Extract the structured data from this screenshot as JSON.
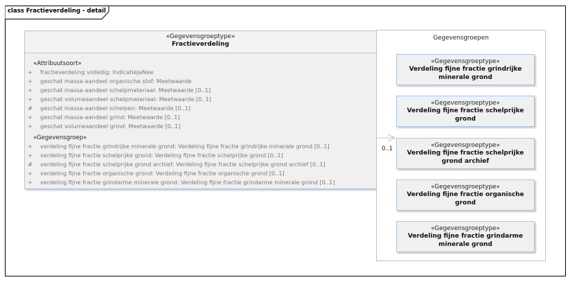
{
  "frame": {
    "title": "class Fractieverdeling - detail"
  },
  "class": {
    "stereotype": "«Gegevensgroeptype»",
    "name": "Fractieverdeling",
    "attributes_section": "«Attribuutsoort»",
    "attributes": [
      {
        "vis": "+",
        "text": "fractieverdeling volledig: IndicatieJaNee"
      },
      {
        "vis": "+",
        "text": "geschat massa-aandeel organische stof: Meetwaarde"
      },
      {
        "vis": "+",
        "text": "geschat massa-aandeel schelpmateriaal: Meetwaarde [0..1]"
      },
      {
        "vis": "+",
        "text": "geschat volumeaandeel schelpmateriaal: Meetwaarde [0..1]"
      },
      {
        "vis": "#",
        "text": "geschat massa-aandeel schelpen: Meetwaarde [0..1]"
      },
      {
        "vis": "+",
        "text": "geschat massa-aandeel grind: Meetwaarde [0..1]"
      },
      {
        "vis": "+",
        "text": "geschat volumeaandeel grind: Meetwaarde [0..1]"
      }
    ],
    "groups_section": "«Gegevensgroep»",
    "groups": [
      {
        "vis": "+",
        "text": "verdeling fijne fractie grindrijke minerale grond: Verdeling fijne fractie grindrijke minerale grond [0..1]"
      },
      {
        "vis": "+",
        "text": "verdeling fijne fractie schelprijke grond: Verdeling fijne fractie schelprijke grond [0..1]"
      },
      {
        "vis": "#",
        "text": "verdeling fijne fractie schelprijke grond archief: Verdeling fijne fractie schelprijke grond archief [0..1]"
      },
      {
        "vis": "+",
        "text": "verdeling fijne fractie organische grond: Verdeling fijne fractie organische grond [0..1]"
      },
      {
        "vis": "+",
        "text": "verdeling fijne fractie grindarme minerale grond: Verdeling fijne fractie grindarme minerale grond [0..1]"
      }
    ]
  },
  "package": {
    "title": "Gegevensgroepen",
    "items": [
      {
        "stereotype": "«Gegevensgroeptype»",
        "name": "Verdeling fijne fractie grindrijke minerale grond"
      },
      {
        "stereotype": "«Gegevensgroeptype»",
        "name": "Verdeling fijne fractie schelprijke grond"
      },
      {
        "stereotype": "«Gegevensgroeptype»",
        "name": "Verdeling fijne fractie schelprijke grond archief"
      },
      {
        "stereotype": "«Gegevensgroeptype»",
        "name": "Verdeling fijne fractie organische grond"
      },
      {
        "stereotype": "«Gegevensgroeptype»",
        "name": "Verdeling fijne fractie grindarme minerale grond"
      }
    ]
  },
  "association": {
    "multiplicity": "0..1"
  },
  "colors": {
    "border": "#b2c6d9",
    "fill": "#f0f0f0",
    "attribute_text": "#7a7a7a"
  }
}
